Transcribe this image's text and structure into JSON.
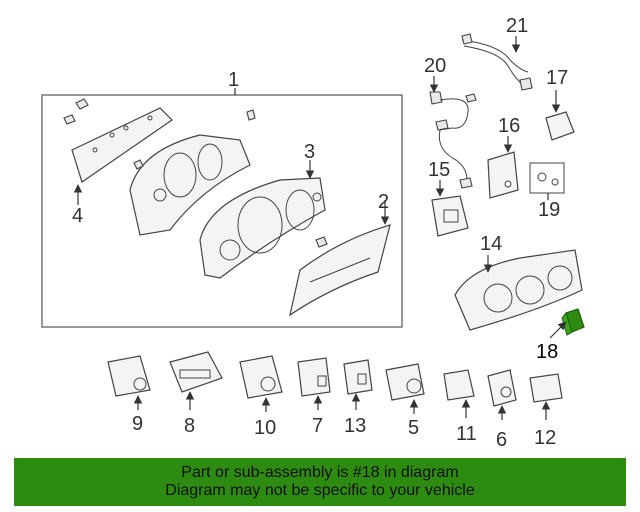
{
  "labels": {
    "p1": "1",
    "p2": "2",
    "p3": "3",
    "p4": "4",
    "p5": "5",
    "p6": "6",
    "p7": "7",
    "p8": "8",
    "p9": "9",
    "p10": "10",
    "p11": "11",
    "p12": "12",
    "p13": "13",
    "p14": "14",
    "p15": "15",
    "p16": "16",
    "p17": "17",
    "p18": "18",
    "p19": "19",
    "p20": "20",
    "p21": "21"
  },
  "highlight_part": "18",
  "colors": {
    "banner": "#2e8b11",
    "highlight": "#2e8b11"
  },
  "banner": {
    "line1": "Part or sub-assembly is #18 in diagram",
    "line2": "Diagram may not be specific to your vehicle"
  }
}
